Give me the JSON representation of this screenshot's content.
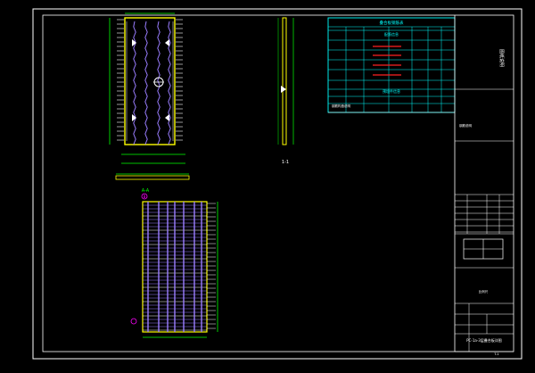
{
  "drawing": {
    "colors": {
      "background": "#000000",
      "frame": "#ffffff",
      "plate_outline": "#ffff00",
      "dimension": "#00ff00",
      "table": "#00ffff",
      "rebar": "#9a7dff",
      "mark": "#ff2020",
      "callout": "#ff00ff"
    },
    "right_panel": {
      "side_note": "图纸说明",
      "note_1": "钢筋构造说明",
      "note_2": "钢筋说明",
      "scale_caption": "比例尺",
      "title_block_name": "PC-1a-3层叠合板详图",
      "title_block_code": "T-1"
    },
    "rebar_table": {
      "header": "叠合板钢筋表",
      "sub_header": "配筋信息",
      "lower_header": "预埋件信息"
    },
    "views": {
      "plan_label": "A-A",
      "elevation_label": "1-1",
      "detail_label": "B"
    }
  }
}
